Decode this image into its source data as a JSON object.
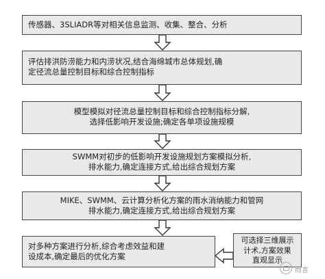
{
  "steps": [
    "传感器、3SLIADR等对相关信息监测、收集、整合、分析",
    "评估排洪防涝能力和内涝状况,结合海绵城市总体规划,确\n定径流总量控制目标和综合控制指标",
    "模型模拟对径流总量控制目标和综合控制指标分解,\n选择低影响开发设施;确定各单项设施规模",
    "SWMM对初步的低影响开发设施规划方案模拟分析,\n排水能力,确定连接方式,给出综合规划方案",
    "MIKE、SWMM、云计算分析化方案的雨水消纳能力和管网\n排水能力,确定连接方式,给出综合规划方案",
    "对多种方案进行分析,综合考虑效益和建\n设成本,确定最后的优化方案"
  ],
  "side_box": "可选择三维展示\n计术,方案效果\n直观显示",
  "watermark": "而言"
}
